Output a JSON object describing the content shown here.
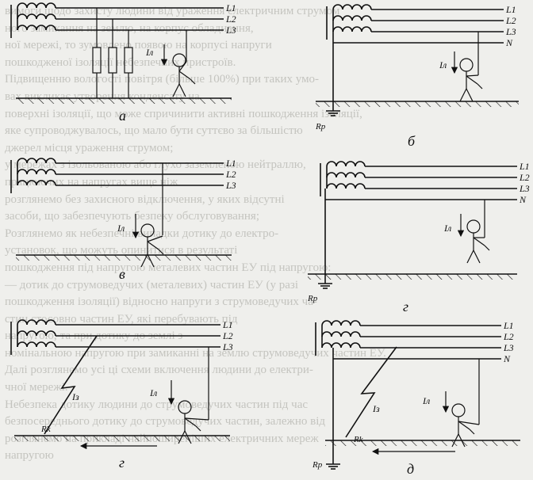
{
  "background_text": [
    "вимоги щодо захисту людини від ураження електричним струмом",
    "ного замикання на землю, на корпус обладнання,",
    "ної мережі, то зумовлено появою на корпусі напруги",
    "пошкодженої ізоляції небезпечних пристроїв.",
    "Підвищенню вологості повітря (більше 100%) при таких умо-",
    "вах викликає утворення конденсату на",
    "поверхні ізоляції, що може спричинити активні пошкодження ізоляції,",
    "яке супроводжувалось, що мало бути суттєво за більшістю",
    "джерел місця ураження струмом;",
    "у мережах з ізольованою або глухо заземленою нейтраллю,",
    "працюючих на напругах вище ніж",
    "розглянемо без захисного відключення, у яких відсутні",
    "засоби, що забезпечують безпеку обслуговування;",
    "Розглянемо як небезпечні випадки дотику до електро-",
    "установок, що можуть опинитися в результаті",
    "пошкодження під напругою металевих частин ЕУ під напругою:",
    "— дотик до струмоведучих (металевих) частин ЕУ (у разі",
    "пошкодження ізоляції) відносно напруги з струмоведучих ча-",
    "стин стосовно частин ЕУ, які перебувають під",
    "напругою; та при дотику до землі з",
    "номінальною напругою при замиканні на землю струмоведучих частин ЕУ.",
    "Далі розглянемо усі ці схеми включення людини до електри-",
    "чної мережі.",
    "Небезпека дотику людини до струмоведучих частин під час",
    "безпосереднього дотику до струмоведучих частин, залежно від",
    "розглянемо на прикладі найпоширеніших електричних мереж",
    "напругою"
  ],
  "diagrams": [
    {
      "id": "a",
      "caption": "а",
      "phases": [
        "L1",
        "L2",
        "L3"
      ],
      "current_label": "Iл"
    },
    {
      "id": "b",
      "caption": "б",
      "phases": [
        "L1",
        "L2",
        "L3"
      ],
      "neutral": "N",
      "current_label": "Iл",
      "earth_label": "Rр"
    },
    {
      "id": "v",
      "caption": "в",
      "phases": [
        "L1",
        "L2",
        "L3"
      ],
      "current_label": "Iл"
    },
    {
      "id": "g",
      "caption": "г",
      "phases": [
        "L1",
        "L2",
        "L3"
      ],
      "neutral": "N",
      "current_label": "Iл",
      "earth_label": "Rр"
    },
    {
      "id": "g2",
      "caption": "г",
      "phases": [
        "L1",
        "L2",
        "L3"
      ],
      "current_label": "Iл",
      "fault_current_label": "Iз",
      "fault_resistance_label": "Rk"
    },
    {
      "id": "d",
      "caption": "д",
      "phases": [
        "L1",
        "L2",
        "L3"
      ],
      "neutral": "N",
      "current_label": "Iл",
      "fault_current_label": "Iз",
      "fault_resistance_label": "Rk",
      "earth_label": "Rр"
    }
  ]
}
